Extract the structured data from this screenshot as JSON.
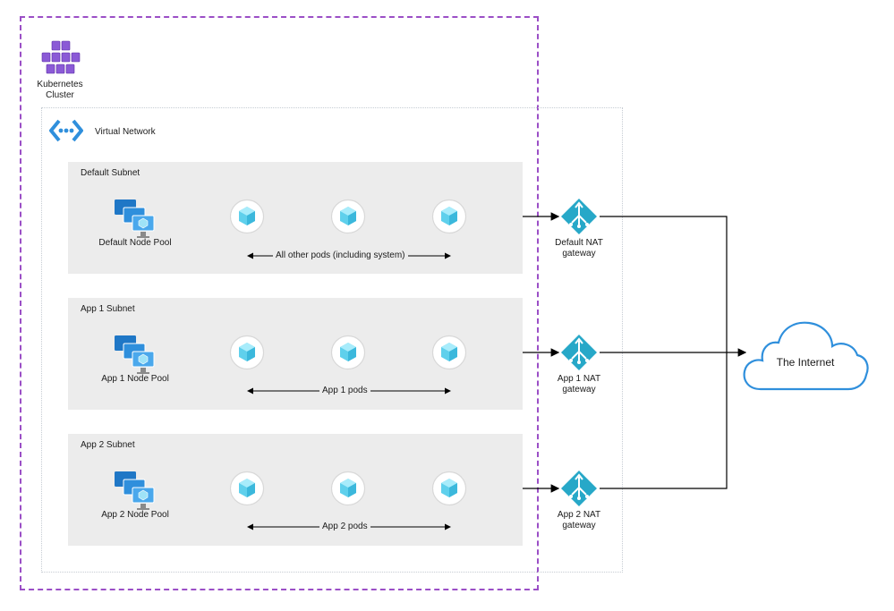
{
  "cluster": {
    "label_line1": "Kubernetes",
    "label_line2": "Cluster",
    "icon": "kubernetes-cluster-icon"
  },
  "vnet": {
    "label": "Virtual Network",
    "icon": "virtual-network-icon"
  },
  "subnets": [
    {
      "title": "Default Subnet",
      "pool": "Default Node Pool",
      "pods": "All other pods (including system)",
      "nat_line1": "Default NAT",
      "nat_line2": "gateway"
    },
    {
      "title": "App 1 Subnet",
      "pool": "App 1 Node Pool",
      "pods": "App 1 pods",
      "nat_line1": "App 1 NAT",
      "nat_line2": "gateway"
    },
    {
      "title": "App 2 Subnet",
      "pool": "App 2 Node Pool",
      "pods": "App 2 pods",
      "nat_line1": "App 2 NAT",
      "nat_line2": "gateway"
    }
  ],
  "internet": {
    "label": "The Internet",
    "icon": "cloud-icon"
  },
  "colors": {
    "cluster_border": "#9b4fc6",
    "subnet_bg": "#ececec",
    "azure_blue": "#2f8fdc",
    "pod_cyan": "#5fd0ec",
    "cloud_stroke": "#2f8fdc"
  }
}
